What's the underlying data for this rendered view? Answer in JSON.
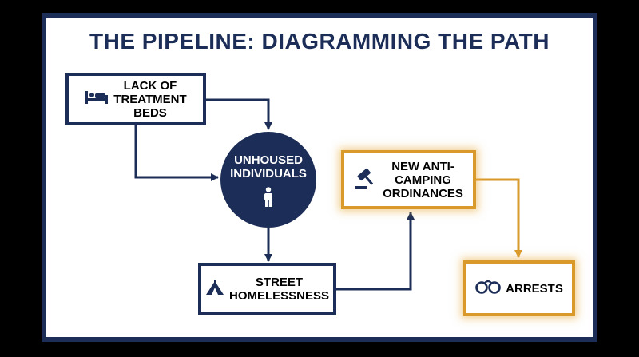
{
  "title": "THE PIPELINE: DIAGRAMMING THE PATH",
  "nodes": {
    "lack_of_beds": {
      "label": "LACK OF\nTREATMENT\nBEDS",
      "icon": "bed-icon"
    },
    "unhoused": {
      "label": "UNHOUSED\nINDIVIDUALS",
      "icon": "person-icon"
    },
    "street": {
      "label": "STREET\nHOMELESSNESS",
      "icon": "tent-icon"
    },
    "ordinances": {
      "label": "NEW ANTI-\nCAMPING\nORDINANCES",
      "icon": "gavel-icon"
    },
    "arrests": {
      "label": "ARRESTS",
      "icon": "handcuffs-icon"
    }
  },
  "colors": {
    "navy": "#1c2e57",
    "orange": "#d99a2b",
    "background": "#ffffff"
  }
}
